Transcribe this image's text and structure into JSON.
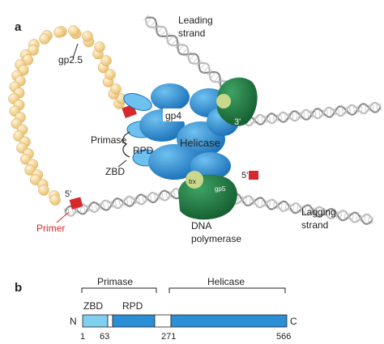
{
  "panel_a": {
    "letter": "a",
    "labels": {
      "leading_strand": [
        "Leading",
        "strand"
      ],
      "gp2_5": "gp2.5",
      "gp4": "gp4",
      "three_prime": "3'",
      "primase": "Primase",
      "rpd": "RPD",
      "helicase": "Helicase",
      "zbd": "ZBD",
      "trx": "trx",
      "gp5": "gp5",
      "five_prime_lagging": "5'",
      "five_prime_primer": "5'",
      "primer": "Primer",
      "dna_polymerase": [
        "DNA",
        "polymerase"
      ],
      "lagging_strand": [
        "Lagging",
        "strand"
      ]
    },
    "colors": {
      "gp2_5_beads": "#f4d59a",
      "helicase": "#2b8fd6",
      "helicase_light": "#6ec1ef",
      "polymerase": "#1f7a3f",
      "trx": "#c9d88a",
      "primer": "#d7282b",
      "dna": "#bdbdbd"
    }
  },
  "panel_b": {
    "letter": "b",
    "domains": [
      {
        "label": "Primase",
        "start": 1,
        "end": 271
      },
      {
        "label": "Helicase",
        "start": 271,
        "end": 566
      }
    ],
    "subdomains": [
      {
        "label": "ZBD",
        "start": 1,
        "end": 63,
        "color": "#7fd0ee"
      },
      {
        "label": "RPD",
        "start": 63,
        "end": 271,
        "color": "#2b8fd6"
      },
      {
        "label": "",
        "start": 271,
        "end": 566,
        "color": "#2b8fd6"
      }
    ],
    "n_terminus": "N",
    "c_terminus": "C",
    "ticks": [
      "1",
      "63",
      "271",
      "566"
    ]
  }
}
